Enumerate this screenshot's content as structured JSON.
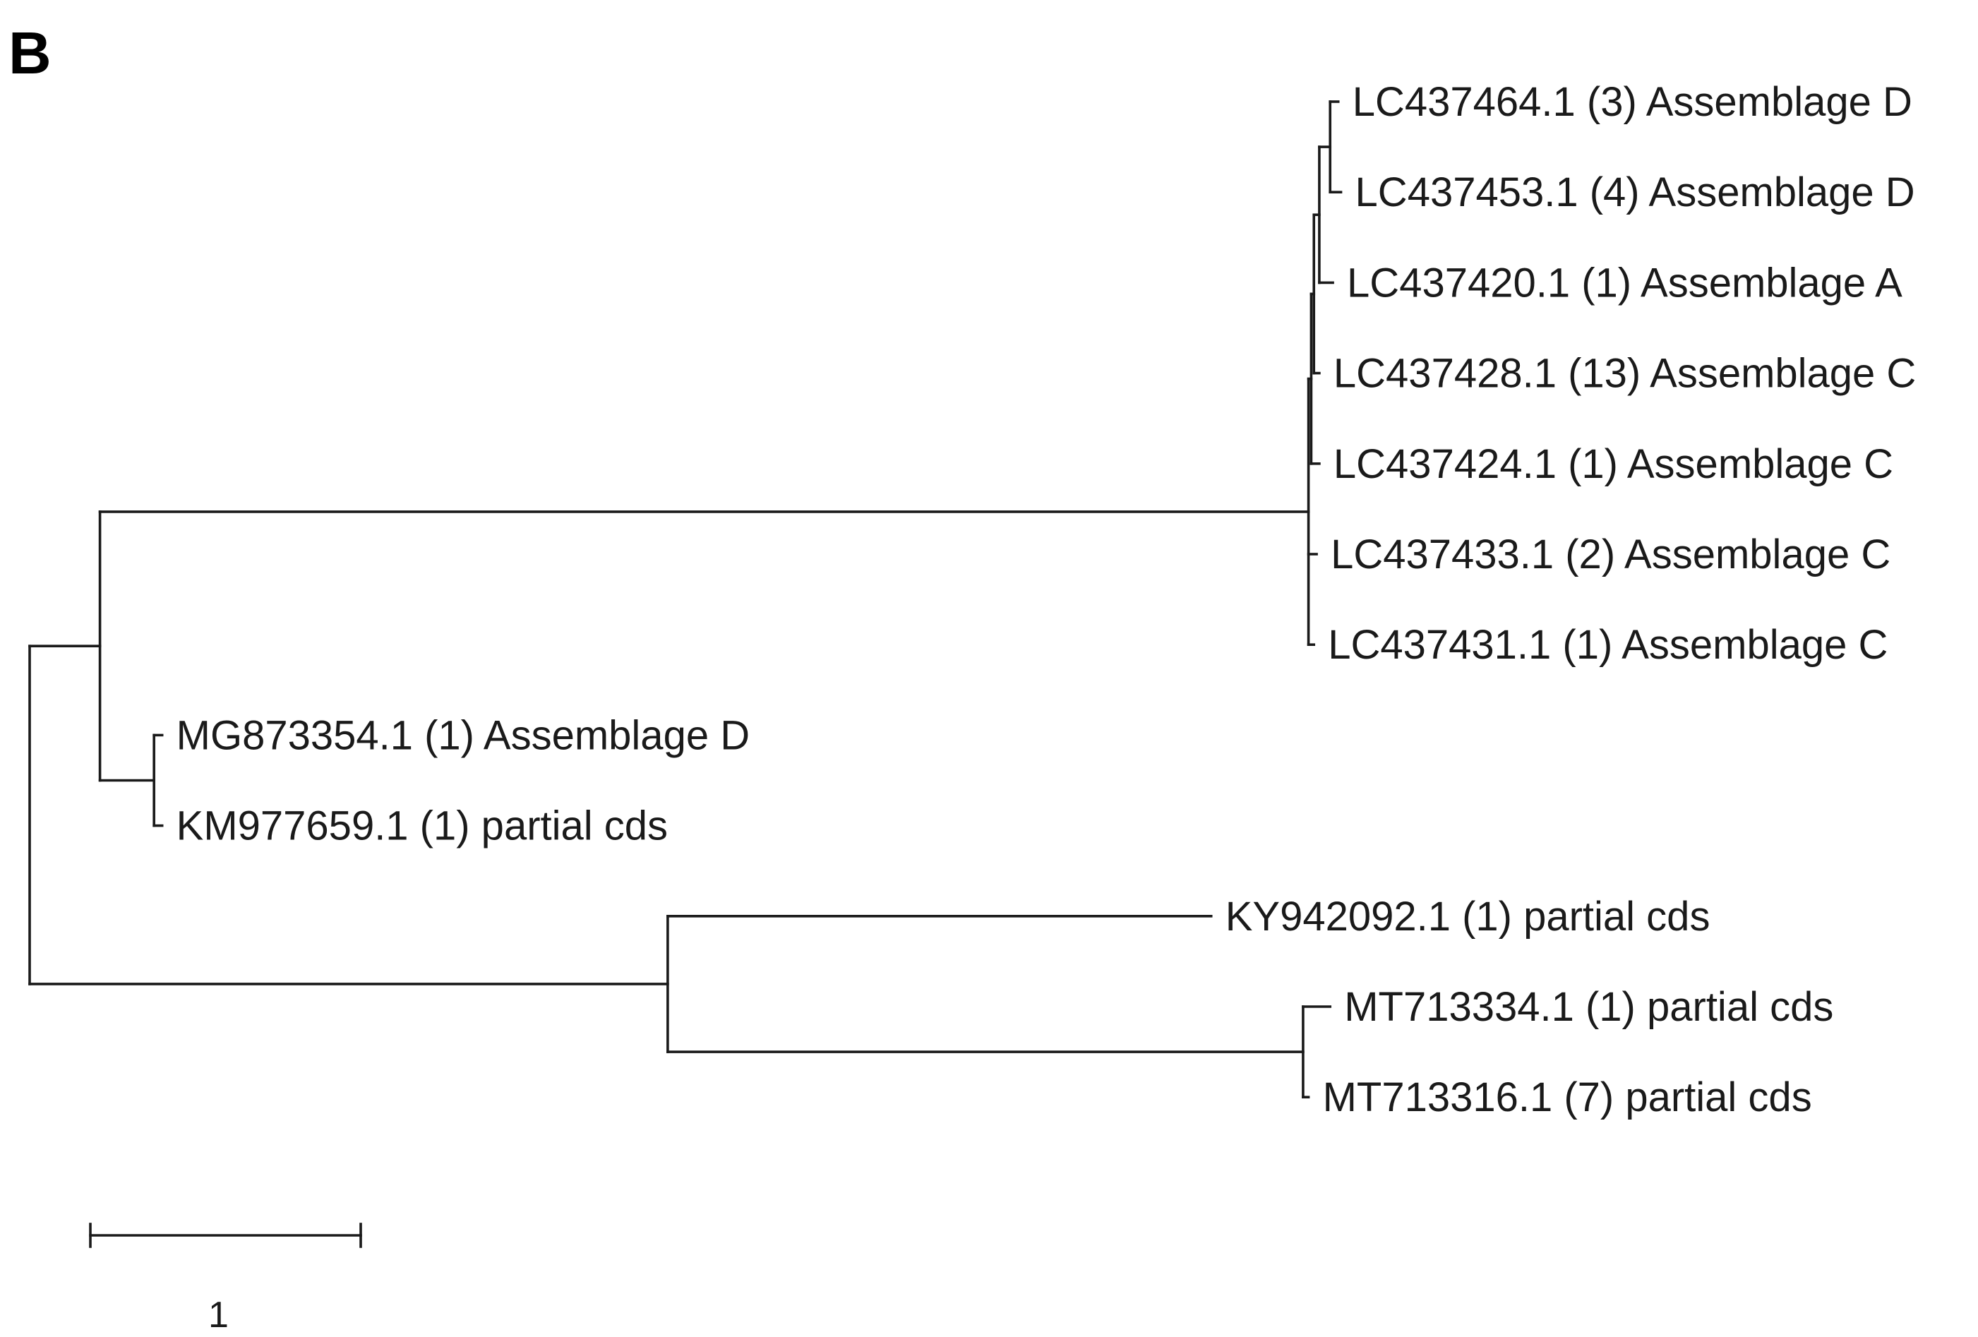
{
  "panel_label": "B",
  "scale_bar": {
    "length": 1,
    "label": "1"
  },
  "leaves": [
    {
      "id": "leaf-0",
      "label": "LC437464.1 (3) Assemblage D"
    },
    {
      "id": "leaf-1",
      "label": "LC437453.1 (4) Assemblage D"
    },
    {
      "id": "leaf-2",
      "label": "LC437420.1 (1) Assemblage A"
    },
    {
      "id": "leaf-3",
      "label": "LC437428.1 (13) Assemblage C"
    },
    {
      "id": "leaf-4",
      "label": "LC437424.1 (1) Assemblage C"
    },
    {
      "id": "leaf-5",
      "label": "LC437433.1 (2) Assemblage C"
    },
    {
      "id": "leaf-6",
      "label": "LC437431.1 (1) Assemblage C"
    },
    {
      "id": "leaf-7",
      "label": "MG873354.1 (1) Assemblage D"
    },
    {
      "id": "leaf-8",
      "label": "KM977659.1 (1) partial cds"
    },
    {
      "id": "leaf-9",
      "label": "KY942092.1 (1) partial cds"
    },
    {
      "id": "leaf-10",
      "label": "MT713334.1 (1) partial cds"
    },
    {
      "id": "leaf-11",
      "label": "MT713316.1 (7) partial cds"
    }
  ],
  "tree": {
    "id": "root",
    "length": 0,
    "children": [
      {
        "id": "n-left",
        "length": 0.26,
        "children": [
          {
            "id": "n-lc",
            "length": 4.47,
            "children": [
              {
                "id": "n-lc-a",
                "length": 0.01,
                "children": [
                  {
                    "id": "n-lc-b",
                    "length": 0.01,
                    "children": [
                      {
                        "id": "n-lc-c",
                        "length": 0.02,
                        "children": [
                          {
                            "id": "n-lc-d",
                            "length": 0.04,
                            "children": [
                              {
                                "leaf": 0,
                                "length": 0.03
                              },
                              {
                                "leaf": 1,
                                "length": 0.04
                              }
                            ]
                          },
                          {
                            "leaf": 2,
                            "length": 0.05
                          }
                        ]
                      },
                      {
                        "leaf": 3,
                        "length": 0.02
                      }
                    ]
                  },
                  {
                    "leaf": 4,
                    "length": 0.03
                  }
                ]
              },
              {
                "leaf": 5,
                "length": 0.03
              },
              {
                "leaf": 6,
                "length": 0.02
              }
            ]
          },
          {
            "id": "n-mg",
            "length": 0.2,
            "children": [
              {
                "leaf": 7,
                "length": 0.03
              },
              {
                "leaf": 8,
                "length": 0.03
              }
            ]
          }
        ]
      },
      {
        "id": "n-right",
        "length": 2.36,
        "children": [
          {
            "leaf": 9,
            "length": 2.01
          },
          {
            "id": "n-mt",
            "length": 2.35,
            "children": [
              {
                "leaf": 10,
                "length": 0.1
              },
              {
                "leaf": 11,
                "length": 0.02
              }
            ]
          }
        ]
      }
    ]
  }
}
